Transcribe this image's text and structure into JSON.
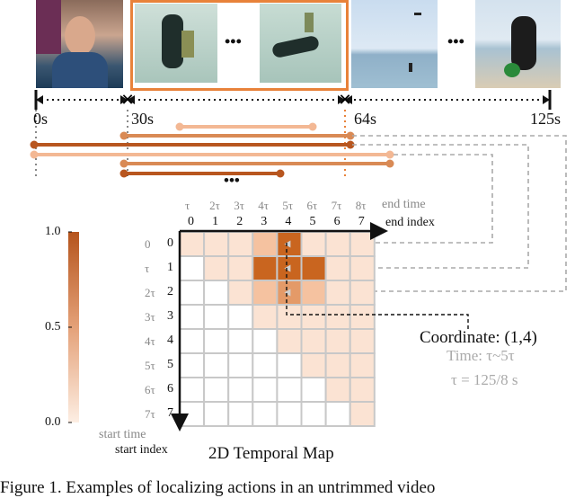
{
  "timeline": {
    "labels": [
      "0s",
      "30s",
      "64s",
      "125s"
    ],
    "ellipsis": "•••"
  },
  "clips_ellipsis": "•••",
  "map": {
    "end_time_labels": [
      "τ",
      "2τ",
      "3τ",
      "4τ",
      "5τ",
      "6τ",
      "7τ",
      "8τ"
    ],
    "end_index_labels": [
      "0",
      "1",
      "2",
      "3",
      "4",
      "5",
      "6",
      "7"
    ],
    "start_time_labels": [
      "0",
      "τ",
      "2τ",
      "3τ",
      "4τ",
      "5τ",
      "6τ",
      "7τ"
    ],
    "start_index_labels": [
      "0",
      "1",
      "2",
      "3",
      "4",
      "5",
      "6",
      "7"
    ],
    "end_time_title": "end time",
    "end_index_title": "end index",
    "start_time_title": "start time",
    "start_index_title": "start index",
    "title": "2D Temporal Map"
  },
  "colorbar": {
    "ticks": [
      "1.0",
      "0.5",
      "0.0"
    ]
  },
  "annotation": {
    "coordinate": "Coordinate: (1,4)",
    "time": "Time: τ~5τ",
    "tau": "τ = 125/8 s"
  },
  "caption": "Figure 1. Examples of localizing actions in an untrimmed video",
  "colors": {
    "accent": "#e8823a",
    "dark": "#b8561f",
    "mid": "#d98a55",
    "light": "#f3b894",
    "pale": "#fbe3d3"
  }
}
